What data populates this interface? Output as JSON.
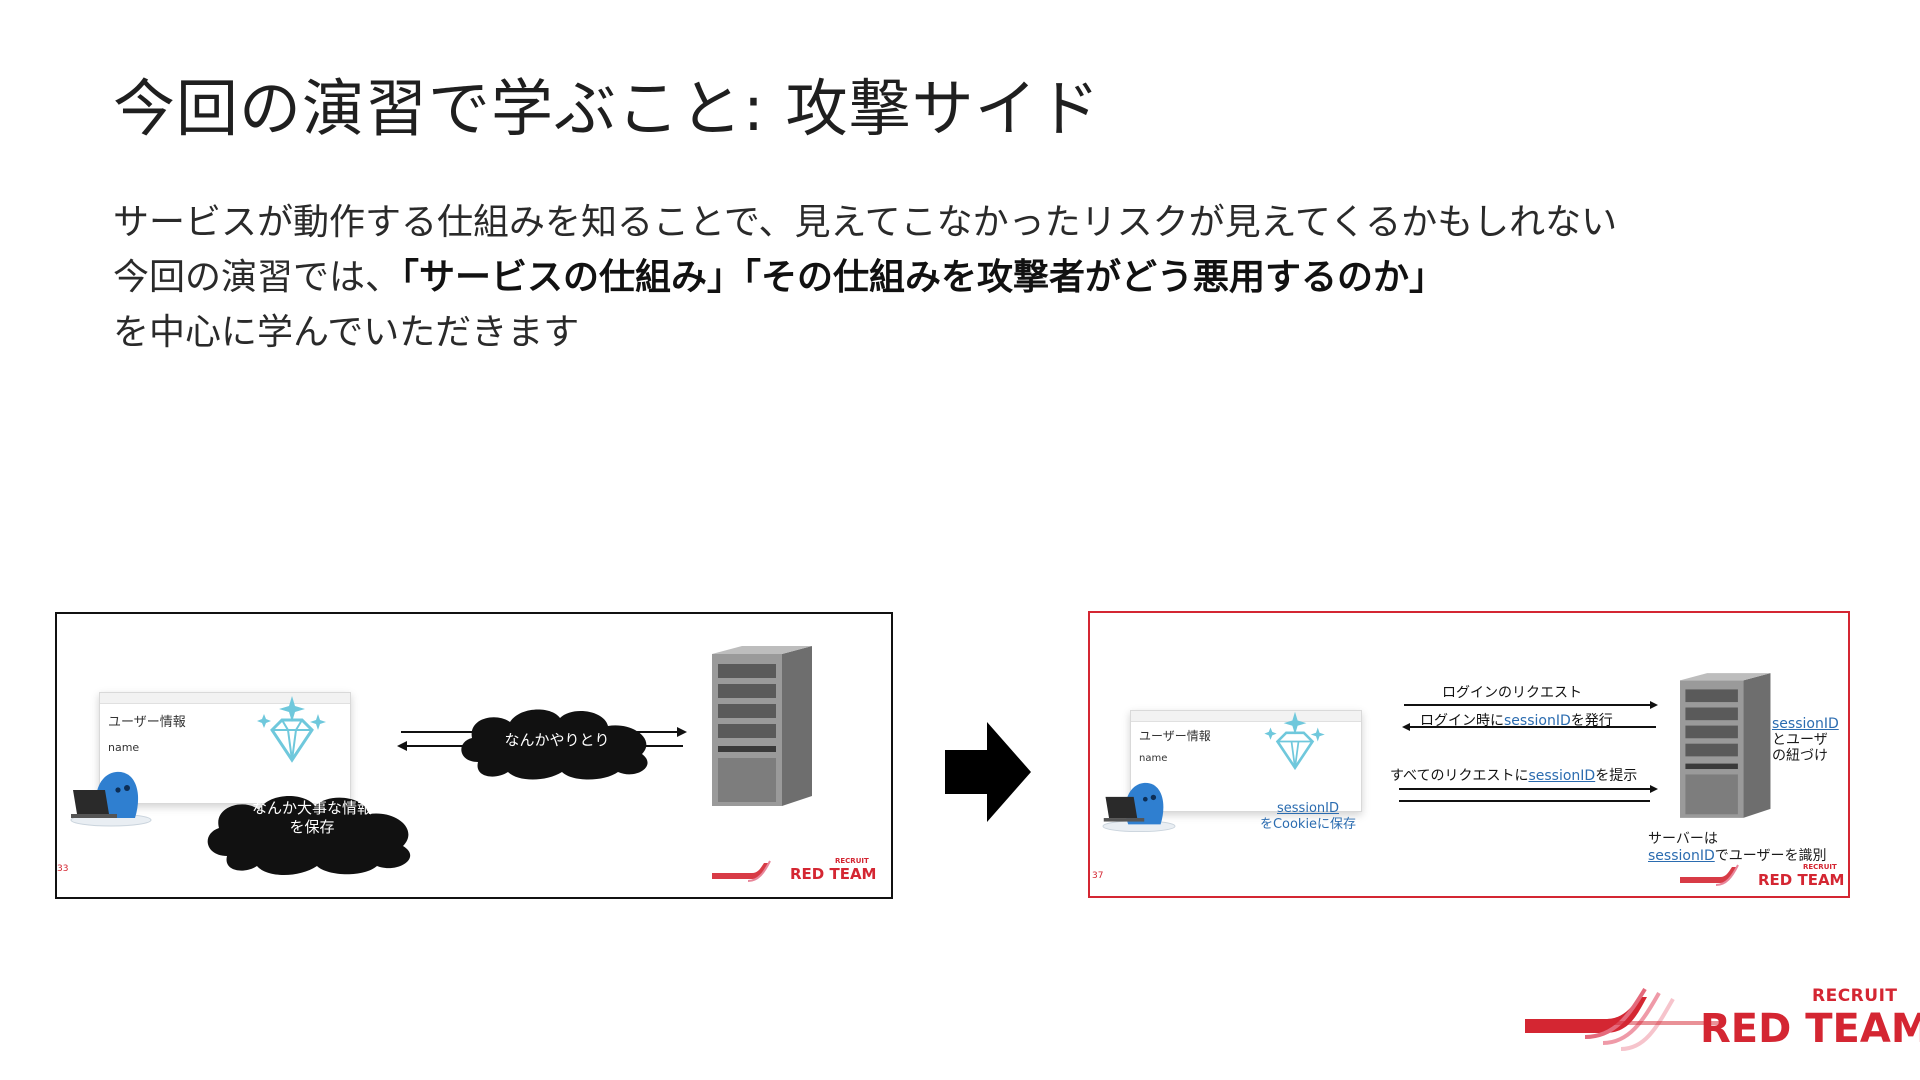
{
  "title": "今回の演習で学ぶこと: 攻撃サイド",
  "body": {
    "line1": "サービスが動作する仕組みを知ることで、見えてこなかったリスクが見えてくるかもしれない",
    "line2_prefix": "今回の演習では、",
    "line2_bold": "「サービスの仕組み」「その仕組みを攻撃者がどう悪用するのか」",
    "line3": "を中心に学んでいただきます"
  },
  "left_slide": {
    "browser_title": "ユーザー情報",
    "browser_name": "name",
    "cloud_exchange": "なんかやりとり",
    "cloud_store_line1": "なんか大事な情報",
    "cloud_store_line2": "を保存",
    "page_number": "33",
    "logo_small_top": "RECRUIT",
    "logo_small_main": "RED TEAM"
  },
  "right_slide": {
    "browser_title": "ユーザー情報",
    "browser_name": "name",
    "login_request": "ログインのリクエスト",
    "login_issue_pre": "ログイン時に",
    "login_issue_link": "sessionID",
    "login_issue_post": "を発行",
    "all_requests_pre": "すべてのリクエストに",
    "all_requests_link": "sessionID",
    "all_requests_post": "を提示",
    "cookie_line1": "sessionID",
    "cookie_line2": "をCookieに保存",
    "server_side_line1": "sessionID",
    "server_side_line2": "とユーザ",
    "server_side_line3": "の紐づけ",
    "server_id_line1": "サーバーは",
    "server_id_link": "sessionID",
    "server_id_post": "でユーザーを識別",
    "page_number": "37",
    "logo_small_top": "RECRUIT",
    "logo_small_main": "RED TEAM"
  },
  "footer_logo": {
    "top": "RECRUIT",
    "main": "RED TEAM"
  },
  "colors": {
    "brand_red": "#d42632",
    "link_blue": "#2b6cb0",
    "diamond": "#6fc8dc",
    "character_blue": "#2f7fd0"
  },
  "icons": {
    "arrow": "right-arrow-icon",
    "server": "server-icon",
    "diamond": "diamond-icon",
    "character": "character-icon",
    "laptop": "laptop-icon"
  }
}
